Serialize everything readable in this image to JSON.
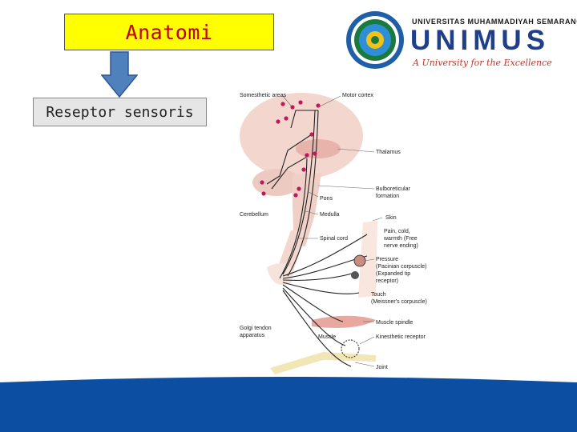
{
  "slide": {
    "title": "Anatomi",
    "box_label": "Reseptor sensoris"
  },
  "logo": {
    "university_line": "UNIVERSITAS MUHAMMADIYAH SEMARANG",
    "wordmark": "UNIMUS",
    "tagline": "A University for the Excellence"
  },
  "diagram": {
    "labels": {
      "somesthetic": "Somesthetic areas",
      "motor": "Motor cortex",
      "thalamus": "Thalamus",
      "bulbo1": "Bulboreticular",
      "bulbo2": "formation",
      "pons": "Pons",
      "cerebellum": "Cerebellum",
      "medulla": "Medulla",
      "skin": "Skin",
      "pain1": "Pain, cold,",
      "pain2": "warmth (Free",
      "pain3": "nerve ending)",
      "spinal": "Spinal cord",
      "pressure1": "Pressure",
      "pressure2": "(Pacinian corpuscle)",
      "pressure3": "(Expanded tip",
      "pressure4": "receptor)",
      "touch1": "Touch",
      "touch2": "(Meissner's corpuscle)",
      "muscle_spindle": "Muscle spindle",
      "golgi1": "Golgi tendon",
      "golgi2": "apparatus",
      "muscle": "Muscle",
      "kinesthetic": "Kinesthetic receptor",
      "joint": "Joint"
    }
  },
  "colors": {
    "title_bg": "#ffff00",
    "title_text": "#c00000",
    "arrow": "#4f81bd",
    "footer": "#0b4ea2",
    "brand_blue": "#1f3f8a"
  }
}
